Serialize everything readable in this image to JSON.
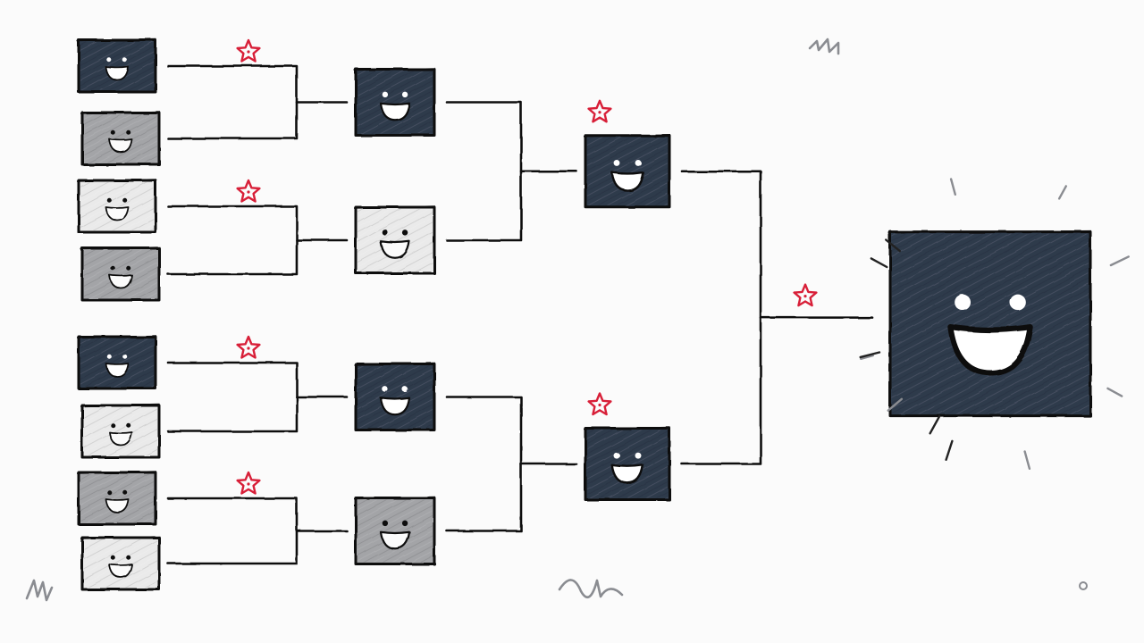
{
  "colors": {
    "dark": "#2f3a4c",
    "mid": "#a3a4a7",
    "light": "#eaeaea",
    "line": "#111111",
    "star": "#d81f38",
    "doodle": "#8a8c91"
  },
  "bracket": {
    "rounds": [
      {
        "name": "round-1",
        "entrants": [
          {
            "tone": "dark"
          },
          {
            "tone": "mid"
          },
          {
            "tone": "light"
          },
          {
            "tone": "mid"
          },
          {
            "tone": "dark"
          },
          {
            "tone": "light"
          },
          {
            "tone": "mid"
          },
          {
            "tone": "light"
          }
        ]
      },
      {
        "name": "quarterfinal",
        "entrants": [
          {
            "tone": "dark"
          },
          {
            "tone": "light"
          },
          {
            "tone": "dark"
          },
          {
            "tone": "mid"
          }
        ]
      },
      {
        "name": "semifinal",
        "entrants": [
          {
            "tone": "dark"
          },
          {
            "tone": "dark"
          }
        ]
      }
    ],
    "champion": {
      "tone": "dark",
      "rays": true
    },
    "winner_stars": [
      {
        "round": 0,
        "entrant": 0
      },
      {
        "round": 0,
        "entrant": 2
      },
      {
        "round": 0,
        "entrant": 4
      },
      {
        "round": 0,
        "entrant": 6
      },
      {
        "round": 2,
        "entrant": 0
      },
      {
        "round": 2,
        "entrant": 1
      },
      {
        "round": 3,
        "entrant": 0
      }
    ],
    "star_icon": "star-icon",
    "face_icon": "smiley-face-icon"
  }
}
